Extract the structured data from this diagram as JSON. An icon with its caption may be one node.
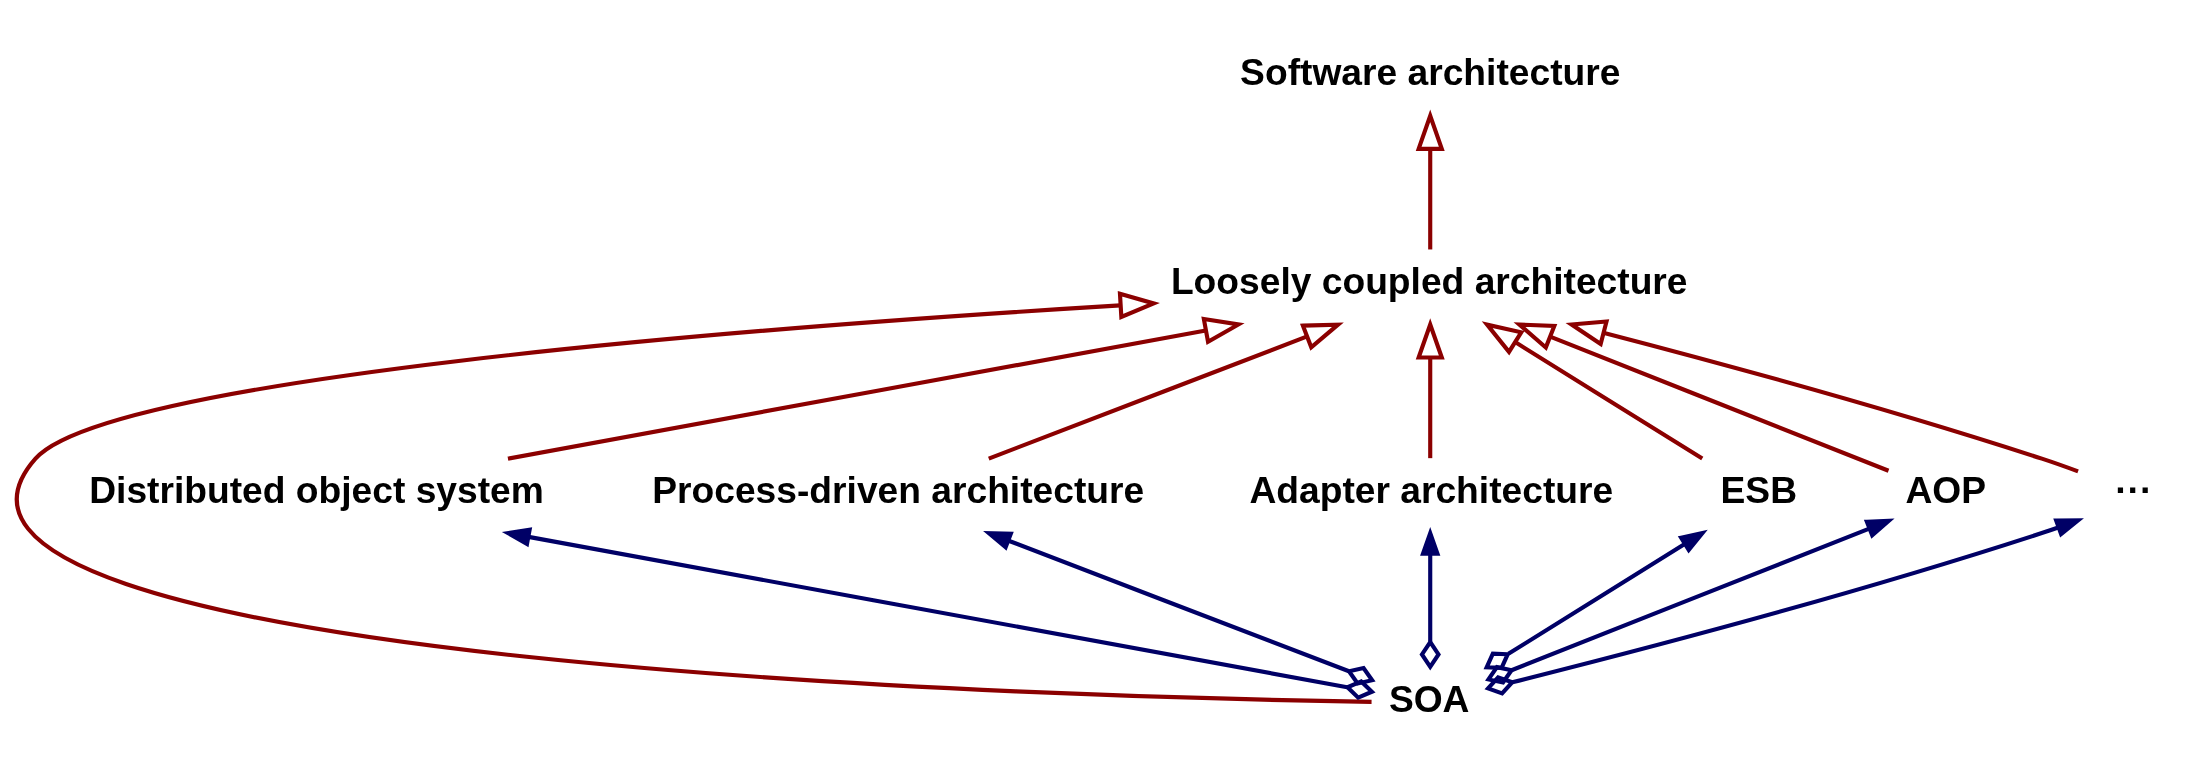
{
  "diagram": {
    "nodes": [
      {
        "text": [
          "Software architecture"
        ]
      },
      {
        "text": [
          "Loosely coupled architecture"
        ]
      },
      {
        "text": [
          "SOA"
        ]
      },
      {
        "text": [
          "Distributed object system"
        ]
      },
      {
        "text": [
          "Process-driven architecture"
        ]
      },
      {
        "text": [
          "Adapter architecture"
        ]
      },
      {
        "text": [
          "ESB"
        ]
      },
      {
        "text": [
          "AOP"
        ]
      },
      {
        "text": [
          "···"
        ]
      }
    ],
    "edges": [
      {
        "from": 1,
        "to": 0,
        "arrow": "to"
      },
      {
        "from": 2,
        "to": 1,
        "arrow": "to"
      },
      {
        "from": 3,
        "to": 1,
        "arrow": "to"
      },
      {
        "from": 4,
        "to": 1,
        "arrow": "to"
      },
      {
        "from": 5,
        "to": 1,
        "arrow": "to"
      },
      {
        "from": 6,
        "to": 1,
        "arrow": "to"
      },
      {
        "from": 7,
        "to": 1,
        "arrow": "to"
      },
      {
        "from": 8,
        "to": 1,
        "arrow": "to"
      },
      {
        "from": 2,
        "to": 3,
        "arrow": "to",
        "color": "#000066"
      },
      {
        "from": 2,
        "to": 4,
        "arrow": "to",
        "color": "#000066"
      },
      {
        "from": 2,
        "to": 5,
        "arrow": "to",
        "color": "#000066"
      },
      {
        "from": 2,
        "to": 6,
        "arrow": "to",
        "color": "#000066"
      },
      {
        "from": 2,
        "to": 7,
        "arrow": "to",
        "color": "#000066"
      },
      {
        "from": 2,
        "to": 8,
        "arrow": "to",
        "color": "#000066"
      }
    ]
  }
}
